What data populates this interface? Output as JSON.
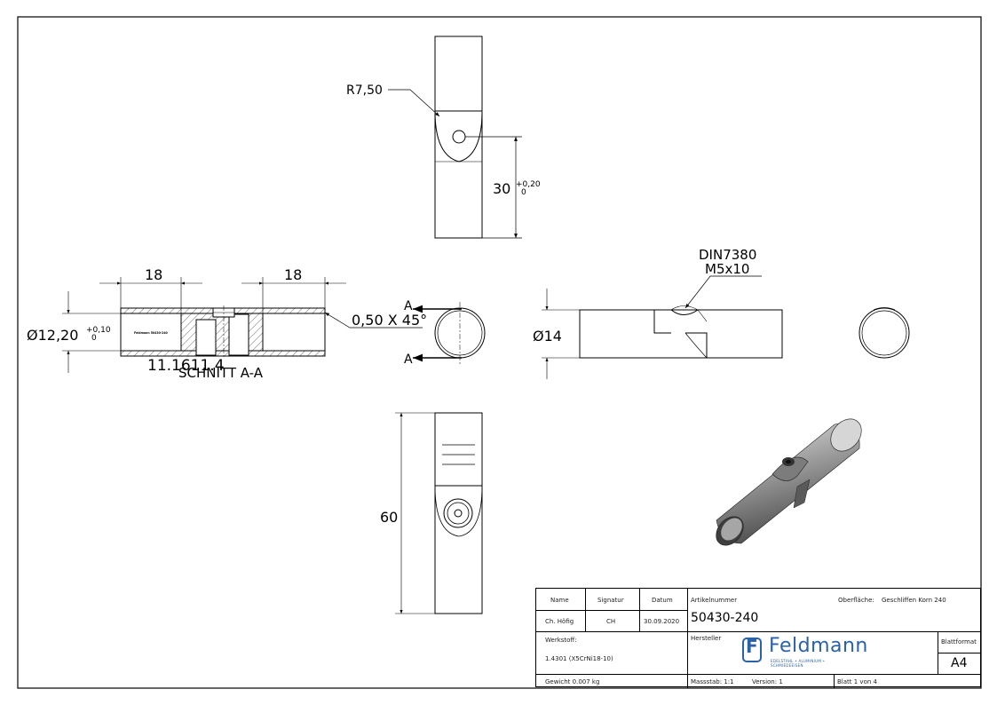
{
  "dimensions": {
    "radius": "R7,50",
    "height_30": "30",
    "tol_plus_02": "+0,20",
    "tol_zero": "0",
    "len_18_left": "18",
    "len_18_right": "18",
    "diameter_1220": "Ø12,20",
    "tol_plus_01": "+0,10",
    "chamfer": "0,50 X 45°",
    "diameter_14": "Ø14",
    "height_60": "60",
    "thread_norm": "DIN7380",
    "thread_size": "M5x10"
  },
  "section": {
    "marker_a": "A",
    "label": "SCHNITT A-A",
    "overlay_code": "11.1611.4",
    "part_marking": "Feldmann 50430-240"
  },
  "title_block": {
    "name_header": "Name",
    "signatur_header": "Signatur",
    "datum_header": "Datum",
    "name": "Ch. Höfig",
    "signatur": "CH",
    "datum": "30.09.2020",
    "werkstoff_label": "Werkstoff:",
    "werkstoff": "1.4301 (X5CrNi18-10)",
    "gewicht": "Gewicht 0.007 kg",
    "artikelnummer_label": "Artikelnummer",
    "artikelnummer": "50430-240",
    "oberflaeche_label": "Oberfläche:",
    "oberflaeche": "Geschliffen Korn 240",
    "hersteller_label": "Hersteller",
    "logo_name": "Feldmann",
    "logo_sub": "EDELSTAHL • ALUMINIUM • SCHMIEDEEISEN",
    "blattformat_label": "Blattformat",
    "blattformat": "A4",
    "massstab": "Massstab: 1:1",
    "version": "Version: 1",
    "blatt": "Blatt 1 von 4"
  },
  "colors": {
    "line": "#000000",
    "hatch": "#444444",
    "logo_blue": "#2a62a8",
    "iso_dark": "#4a4a4a",
    "iso_light": "#b8b8b8"
  }
}
